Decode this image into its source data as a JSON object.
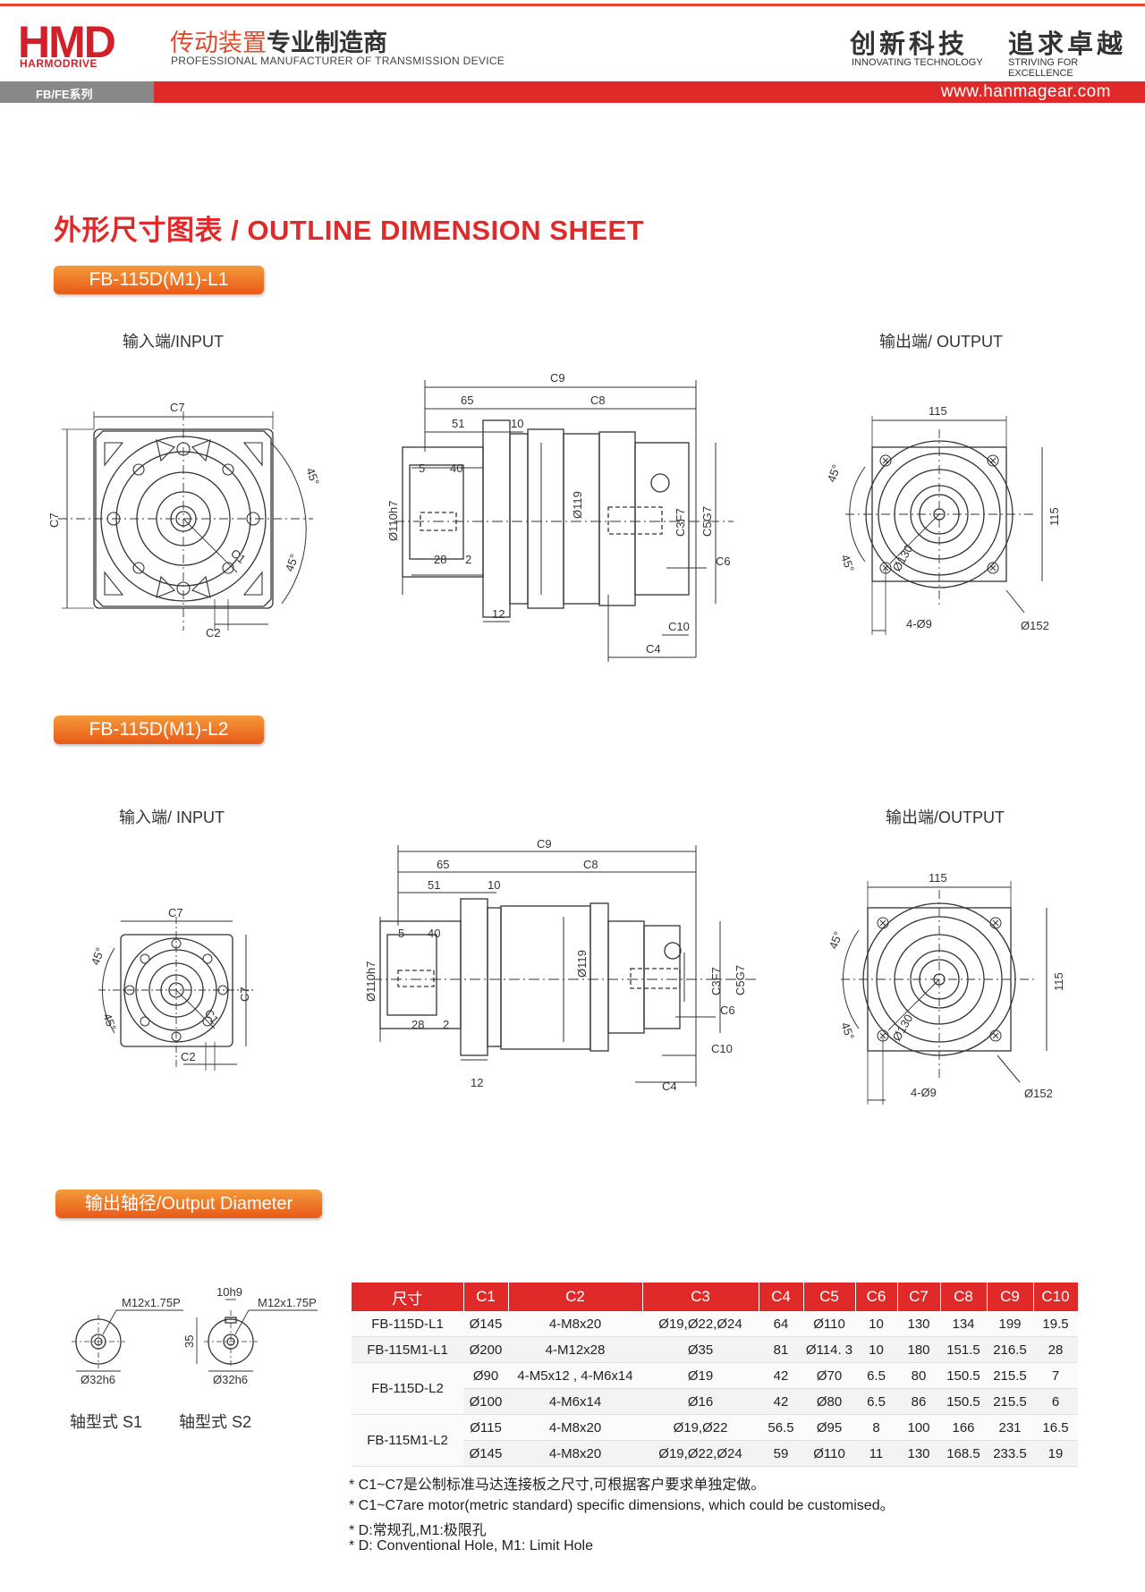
{
  "header": {
    "logo_text": "HMD",
    "logo_sub": "HARMODRIVE",
    "slogan_cn_a": "传动装置",
    "slogan_cn_b": "专业制造商",
    "slogan_en": "PROFESSIONAL MANUFACTURER OF TRANSMISSION DEVICE",
    "motto1": "创新科技",
    "motto1_en": "INNOVATING TECHNOLOGY",
    "motto2": "追求卓越",
    "motto2_en": "STRIVING FOR EXCELLENCE",
    "series": "FB/FE系列",
    "website": "www.hanmagear.com"
  },
  "colors": {
    "accent": "#e02a2a",
    "pill": "#ee7424"
  },
  "sheet_title": "外形尺寸图表 / OUTLINE DIMENSION SHEET",
  "models": {
    "l1": {
      "name": "FB-115D(M1)-L1",
      "input": "输入端/INPUT",
      "output": "输出端/ OUTPUT"
    },
    "l2": {
      "name": "FB-115D(M1)-L2",
      "input": "输入端/ INPUT",
      "output": "输出端/OUTPUT"
    }
  },
  "dims": {
    "c1": "C1",
    "c2": "C2",
    "c3": "C3F7",
    "c4": "C4",
    "c5": "C5G7",
    "c6": "C6",
    "c7": "C7",
    "c8": "C8",
    "c9": "C9",
    "c10": "C10",
    "d65": "65",
    "d51": "51",
    "d10": "10",
    "d5": "5",
    "d40": "40",
    "d28": "28",
    "d2": "2",
    "d12": "12",
    "d110": "Ø110h7",
    "d119": "Ø119",
    "deg45": "45°",
    "d115": "115",
    "d130": "Ø130",
    "d152": "Ø152",
    "holes": "4-Ø9"
  },
  "output_diameter": {
    "title": "输出轴径/Output Diameter",
    "thread": "M12x1.75P",
    "key": "10h9",
    "height": "35",
    "dia": "Ø32h6",
    "s1": "轴型式 S1",
    "s2": "轴型式 S2"
  },
  "table": {
    "headers": [
      "尺寸",
      "C1",
      "C2",
      "C3",
      "C4",
      "C5",
      "C6",
      "C7",
      "C8",
      "C9",
      "C10"
    ],
    "rows": [
      [
        "FB-115D-L1",
        "Ø145",
        "4-M8x20",
        "Ø19,Ø22,Ø24",
        "64",
        "Ø110",
        "10",
        "130",
        "134",
        "199",
        "19.5"
      ],
      [
        "FB-115M1-L1",
        "Ø200",
        "4-M12x28",
        "Ø35",
        "81",
        "Ø114. 3",
        "10",
        "180",
        "151.5",
        "216.5",
        "28"
      ],
      [
        "FB-115D-L2",
        "Ø90",
        "4-M5x12 , 4-M6x14",
        "Ø19",
        "42",
        "Ø70",
        "6.5",
        "80",
        "150.5",
        "215.5",
        "7"
      ],
      [
        "",
        "Ø100",
        "4-M6x14",
        "Ø16",
        "42",
        "Ø80",
        "6.5",
        "86",
        "150.5",
        "215.5",
        "6"
      ],
      [
        "FB-115M1-L2",
        "Ø115",
        "4-M8x20",
        "Ø19,Ø22",
        "56.5",
        "Ø95",
        "8",
        "100",
        "166",
        "231",
        "16.5"
      ],
      [
        "",
        "Ø145",
        "4-M8x20",
        "Ø19,Ø22,Ø24",
        "59",
        "Ø110",
        "11",
        "130",
        "168.5",
        "233.5",
        "19"
      ]
    ]
  },
  "notes": [
    "* C1~C7是公制标准马达连接板之尺寸,可根据客户要求单独定做。",
    "* C1~C7are motor(metric standard)  specific dimensions, which could be customised。",
    "* D:常规孔,M1:极限孔",
    "* D: Conventional Hole, M1: Limit Hole"
  ]
}
